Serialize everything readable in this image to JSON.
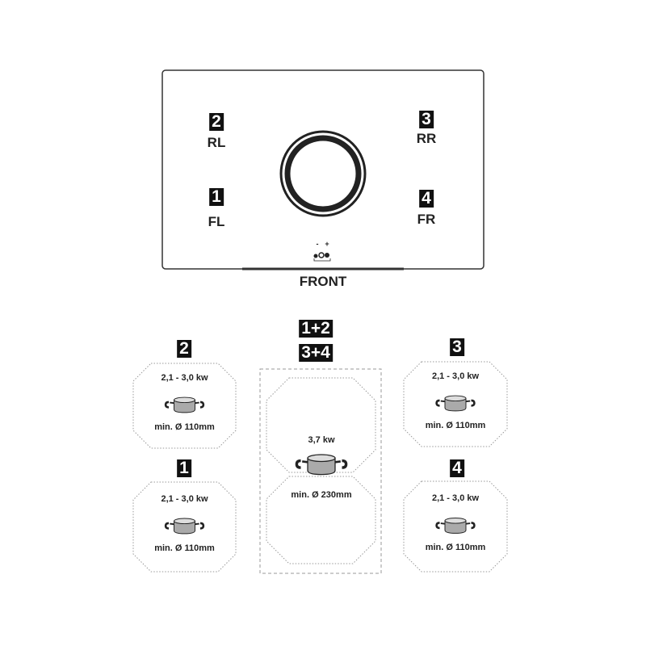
{
  "hob": {
    "front_label": "FRONT",
    "zones": [
      {
        "num": "2",
        "pos": "RL"
      },
      {
        "num": "3",
        "pos": "RR"
      },
      {
        "num": "1",
        "pos": "FL"
      },
      {
        "num": "4",
        "pos": "FR"
      }
    ]
  },
  "control": {
    "minus": "-",
    "plus": "+"
  },
  "cards": [
    {
      "num": "2",
      "power": "2,1 - 3,0 kw",
      "min": "min. Ø 110mm"
    },
    {
      "num": "1",
      "power": "2,1 - 3,0 kw",
      "min": "min. Ø 110mm"
    },
    {
      "num": "3",
      "power": "2,1 - 3,0 kw",
      "min": "min. Ø 110mm"
    },
    {
      "num": "4",
      "power": "2,1 - 3,0 kw",
      "min": "min. Ø 110mm"
    }
  ],
  "bridge": {
    "label_a": "1+2",
    "label_b": "3+4",
    "power": "3,7 kw",
    "min": "min. Ø 230mm"
  }
}
